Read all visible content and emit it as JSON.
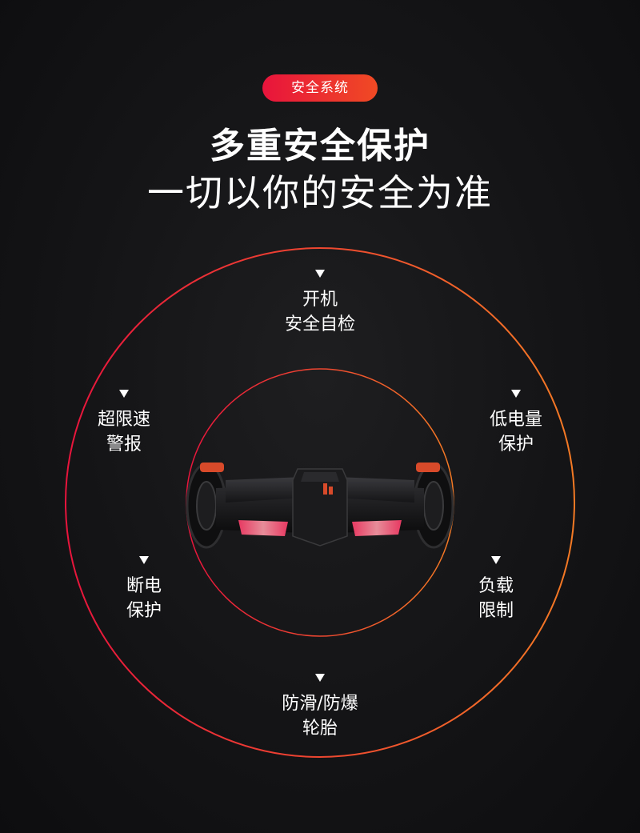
{
  "badge": {
    "label": "安全系统"
  },
  "heading": {
    "title": "多重安全保护",
    "subtitle": "一切以你的安全为准"
  },
  "features": [
    {
      "id": "top",
      "line1": "开机",
      "line2": "安全自检"
    },
    {
      "id": "upper-left",
      "line1": "超限速",
      "line2": "警报"
    },
    {
      "id": "upper-right",
      "line1": "低电量",
      "line2": "保护"
    },
    {
      "id": "lower-left",
      "line1": "断电",
      "line2": "保护"
    },
    {
      "id": "lower-right",
      "line1": "负载",
      "line2": "限制"
    },
    {
      "id": "bottom",
      "line1": "防滑/防爆",
      "line2": "轮胎"
    }
  ],
  "colors": {
    "accent_red": "#e8143c",
    "accent_orange": "#f47a24",
    "background": "#141416"
  },
  "product": {
    "icon": "hoverboard-image"
  }
}
